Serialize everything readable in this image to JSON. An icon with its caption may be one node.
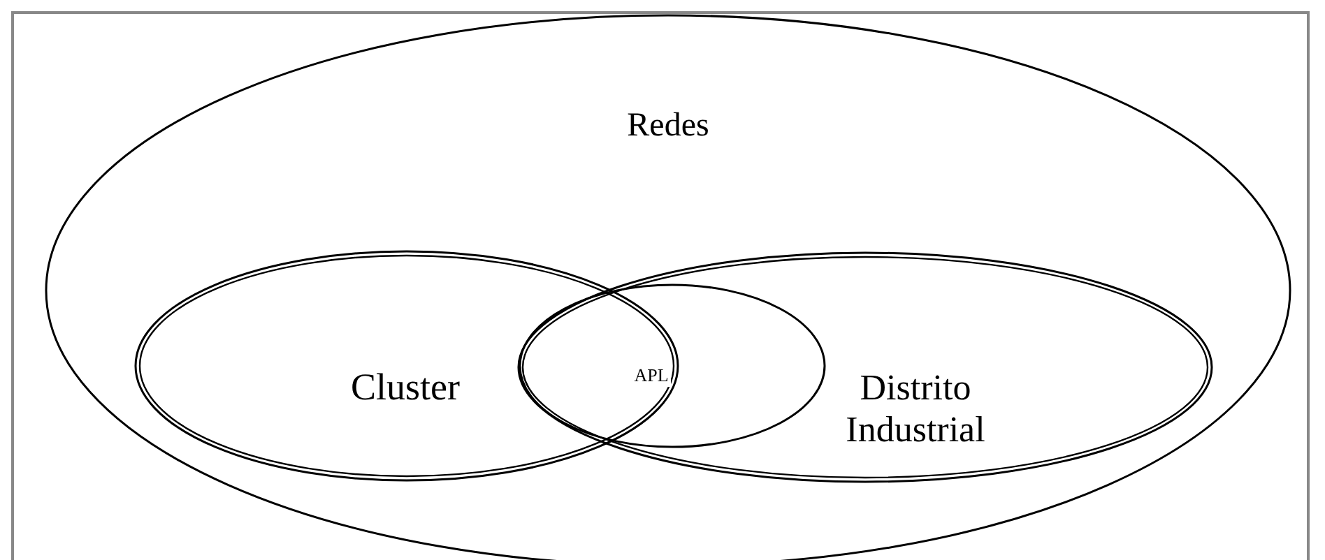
{
  "diagram": {
    "nodes": [
      {
        "text": [
          "Redes"
        ]
      },
      {
        "text": [
          "Cluster"
        ],
        "in": 0
      },
      {
        "text": [
          "Distrito Industrial"
        ],
        "in": 0
      },
      {
        "text": [
          "APL"
        ],
        "in": 2
      }
    ]
  }
}
